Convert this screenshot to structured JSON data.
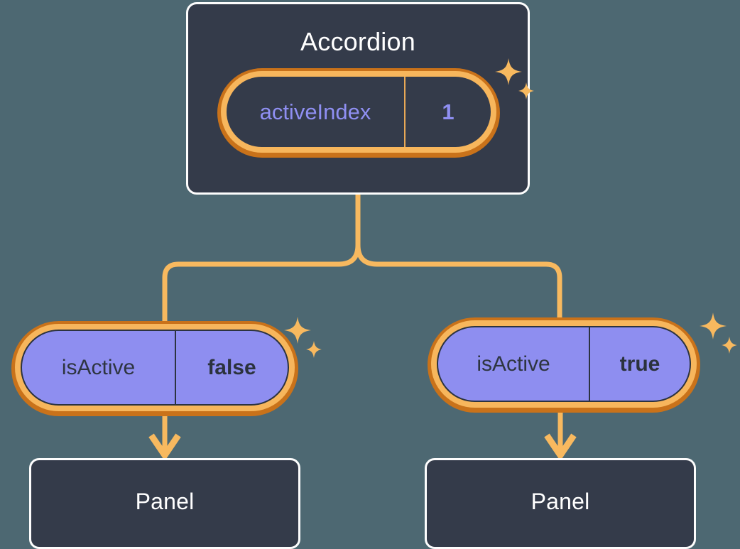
{
  "theme": {
    "background": "#4d6872",
    "card_background": "#343b4a",
    "card_border": "#fdfdfd",
    "accent_orange_light": "#f7b65c",
    "accent_orange_dark": "#c9721a",
    "prop_purple": "#8e8ef0",
    "prop_text_dark": "#2e3541",
    "prop_text_violet": "#8f8ff2",
    "connector": "#f8b95f"
  },
  "diagram": {
    "type": "component-tree",
    "root": {
      "name": "accordion-component",
      "title": "Accordion",
      "prop": {
        "key": "activeIndex",
        "value": "1",
        "style": "dark"
      },
      "sparkle": "sparkle-icon"
    },
    "children": [
      {
        "name": "panel-left",
        "title": "Panel",
        "prop": {
          "key": "isActive",
          "value": "false",
          "style": "purple"
        },
        "sparkle": "sparkle-icon"
      },
      {
        "name": "panel-right",
        "title": "Panel",
        "prop": {
          "key": "isActive",
          "value": "true",
          "style": "purple"
        },
        "sparkle": "sparkle-icon"
      }
    ],
    "connector_arrows": [
      "arrow-down-icon",
      "arrow-down-icon"
    ]
  }
}
